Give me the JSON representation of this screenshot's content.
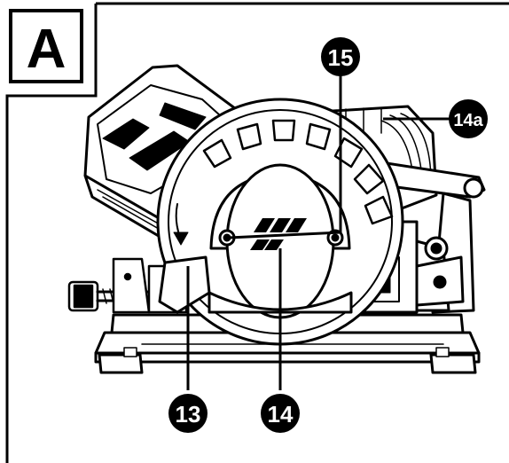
{
  "panel": {
    "label": "A"
  },
  "callouts": [
    {
      "id": "c15",
      "label": "15"
    },
    {
      "id": "c14a",
      "label": "14a"
    },
    {
      "id": "c13",
      "label": "13"
    },
    {
      "id": "c14",
      "label": "14"
    }
  ],
  "colors": {
    "ink": "#000000",
    "paper": "#ffffff"
  }
}
